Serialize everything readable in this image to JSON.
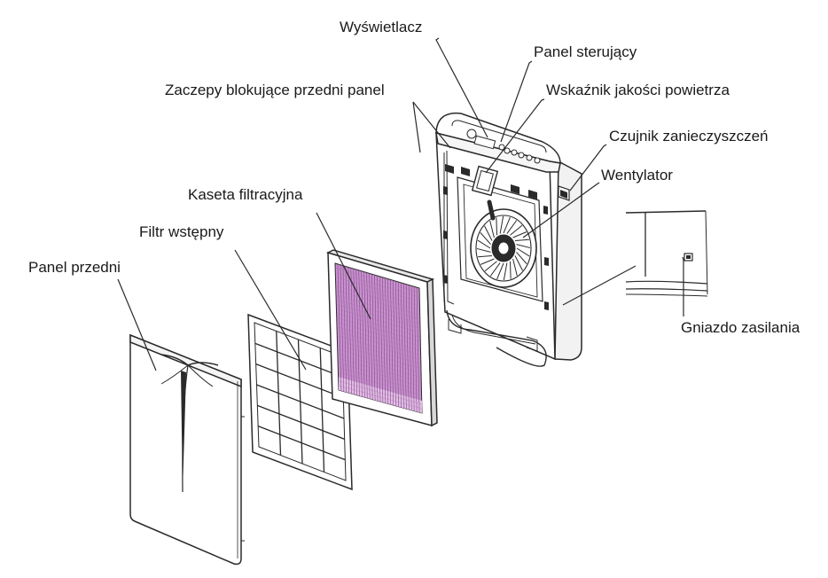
{
  "labels": {
    "display": "Wyświetlacz",
    "control_panel": "Panel sterujący",
    "front_panel_latches": "Zaczepy blokujące przedni panel",
    "air_quality_indicator": "Wskaźnik jakości powietrza",
    "pollution_sensor": "Czujnik zanieczyszczeń",
    "filter_cassette": "Kaseta filtracyjna",
    "fan": "Wentylator",
    "pre_filter": "Filtr wstępny",
    "front_panel": "Panel przedni",
    "power_socket": "Gniazdo zasilania"
  },
  "colors": {
    "line": "#2a2a2a",
    "filter_tint": "#b070b8",
    "filter_tint_light": "#e3bde6"
  }
}
